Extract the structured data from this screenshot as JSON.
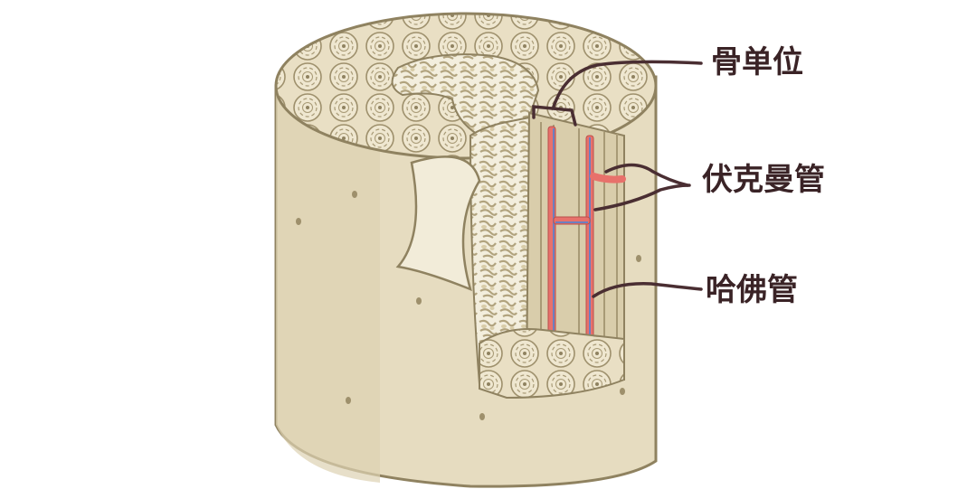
{
  "labels": {
    "osteon": "骨单位",
    "volkmann_canal": "伏克曼管",
    "haversian_canal": "哈佛管"
  },
  "colors": {
    "bone_outer": "#e6dcc0",
    "bone_shadow": "#d4c7a4",
    "outline": "#8f8260",
    "spongy_bone": "#efe8d2",
    "artery": "#e8716b",
    "vein": "#6c7fc0",
    "callout_line": "#4a2e32"
  }
}
